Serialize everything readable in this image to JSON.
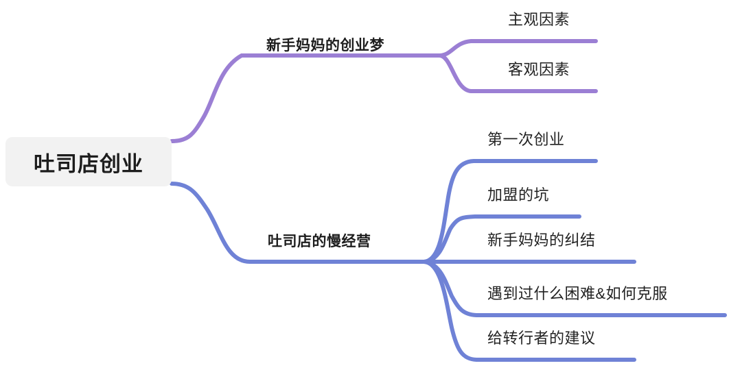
{
  "diagram": {
    "type": "mind-map",
    "title": "吐司店创业",
    "colors": {
      "branch_purple": "#9b7fd4",
      "branch_blue": "#6f82d6",
      "root_background": "#f2f2f2",
      "text": "#1d1d1d",
      "canvas_background": "#ffffff"
    }
  },
  "root": {
    "label": "吐司店创业"
  },
  "branches": [
    {
      "id": "branch-1",
      "label": "新手妈妈的创业梦",
      "color": "#9b7fd4",
      "children": [
        {
          "id": "b1-c1",
          "label": "主观因素"
        },
        {
          "id": "b1-c2",
          "label": "客观因素"
        }
      ]
    },
    {
      "id": "branch-2",
      "label": "吐司店的慢经营",
      "color": "#6f82d6",
      "children": [
        {
          "id": "b2-c1",
          "label": "第一次创业"
        },
        {
          "id": "b2-c2",
          "label": "加盟的坑"
        },
        {
          "id": "b2-c3",
          "label": "新手妈妈的纠结"
        },
        {
          "id": "b2-c4",
          "label": "遇到过什么困难&如何克服"
        },
        {
          "id": "b2-c5",
          "label": "给转行者的建议"
        }
      ]
    }
  ]
}
